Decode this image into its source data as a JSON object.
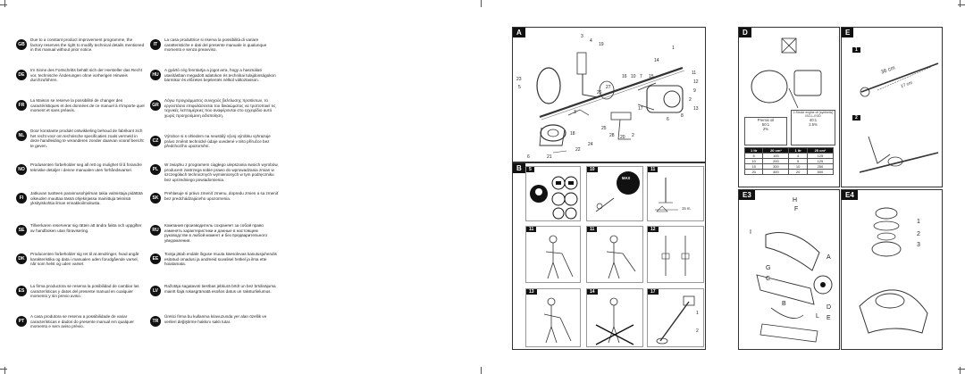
{
  "notices": [
    {
      "code": "GB",
      "text": "Due to a constant product improvement programme, the factory reserves the right to modify technical details mentioned in this manual without prior notice."
    },
    {
      "code": "DE",
      "text": "Im Sinne des Fortschritts behält sich der Hersteller das Recht vor, technische Änderungen ohne vorherigen Hinweis durchzuführen."
    },
    {
      "code": "FR",
      "text": "La Maison se reserve la possibilité de changer des caractéristiques et des données de ce manuel à n'importe quel moment et sans préavis."
    },
    {
      "code": "NL",
      "text": "Door konstante produkt ontwikkeling behoud de fabrikant zich het recht voor om technische specificaties zoals vermeld in deze handleiding te veranderen zonder daarvan vooraf bericht te geven."
    },
    {
      "code": "NO",
      "text": "Produsenten forbeholder seg all rett og mulighet til å forandre tekniske detaljer i denne manualen uten forhåndsvarsel."
    },
    {
      "code": "FI",
      "text": "Jatkuvan tuotteen parannusohjelman takia valmistaja pidättää oikeuden muuttaa tässä ohjekirjassa mainittuja teknisiä yksityiskohtia ilman ennakkoilmoitusta."
    },
    {
      "code": "SE",
      "text": "Tillverkaren reserverar sig rätten att ändra fakta och uppgifter av handboken utan föravisering."
    },
    {
      "code": "DK",
      "text": "Producenten forbeholder sig ret til at ændringer, hvad angår karakteristika og data i manualen uden forudgående varsel, når som helst og uden varsel."
    },
    {
      "code": "ES",
      "text": "La firma productora se reserva la posibilidad de cambiar las características y datos del presente manual en cualquier momento y sin previo aviso."
    },
    {
      "code": "PT",
      "text": "A casa produtora se reserva a possibilidade de variar características e dados do presente manual em qualquer momento e sem aviso prévio."
    },
    {
      "code": "IT",
      "text": "La casa produttrice si riserva la possibilità di variare caratteristiche e dati del presente manuale in qualunque momento e senza preavviso."
    },
    {
      "code": "HU",
      "text": "A gyártó cég fenntartja a jogot arra, hogy a használati utasításban megadott adatokon és technikai tulajdonságokon bármikor és előzetes bejelentés nélkül változtasson."
    },
    {
      "code": "GR",
      "text": "Λόγω προγράμματος συνεχούς βελτίωσης προϊόντων, το εργοστάσιο επιφυλάσσεται του δικαιώματος να τροποποιεί τις τεχνικές λεπτομέρειες που αναφέρονται στο εγχειρίδιο αυτό χωρίς προηγούμενη ειδοποίηση."
    },
    {
      "code": "CZ",
      "text": "Výrobce si s ohledem na neustálý vývoj výrobku vyhrazuje právo změnit technické údaje uvedené v této příručce bez předchozího upozornění."
    },
    {
      "code": "PL",
      "text": "W związku z programem ciągłego ulepszania swoich wyrobów, producent zastrzega sobie prawo do wprowadzania zmian w szczegółach technicznych wymienionych w tym podręczniku bez uprzedniego powiadomienia."
    },
    {
      "code": "SK",
      "text": "Prehlasuje si právo zmeniť zmenu, dopredu zmien a sa zmeniť bez predchádzajúceho upozornenia."
    },
    {
      "code": "RU",
      "text": "Компания производитель сохраняет за собой право изменять характеристики и данные в настоящем руководстве в любой момент и без предварительного уведомления."
    },
    {
      "code": "EE",
      "text": "Tootja jätab endale õiguse muuta käesolevas kasutusjuhendis esitatud omadusi ja andmeid suvalisel hetkel ja ilma ette hoiatamata."
    },
    {
      "code": "LV",
      "text": "Ražotāja sagatavoti tiesības jebkurā brīdī un bez brīdinājuma mainīt šajā rokasgrāmatā esošos datus un raksturlielumus."
    },
    {
      "code": "TR",
      "text": "Üretici firma bu kullanma kılavuzunda yer alan özellik ve verileri değiştirme hakkını saklı tutar."
    }
  ],
  "panels": {
    "A": {
      "label": "A",
      "callouts": [
        "3",
        "4",
        "19",
        "1",
        "14",
        "16",
        "10",
        "7",
        "15",
        "11",
        "23",
        "5",
        "27",
        "26",
        "12",
        "9",
        "2",
        "3",
        "17",
        "8",
        "13",
        "6",
        "25",
        "18",
        "28",
        "20",
        "2",
        "22",
        "24",
        "21",
        "6"
      ]
    },
    "B": {
      "label": "B",
      "tiles": [
        "5",
        "10",
        "11",
        "11",
        "11",
        "12",
        "13",
        "14",
        "17"
      ],
      "max_label": "MAX",
      "max_value": "15 m.",
      "tile_17_callouts": [
        "1",
        "2"
      ]
    },
    "D": {
      "label": "D"
    },
    "E": {
      "label": "E",
      "sub": [
        "1",
        "2"
      ],
      "measure_1": "36 cm",
      "measure_2": "17 cm"
    },
    "E3": {
      "label": "E3",
      "callouts": [
        "H",
        "F",
        "I",
        "A",
        "G",
        "C",
        "B",
        "D",
        "L",
        "E"
      ]
    },
    "E4": {
      "label": "E4",
      "callouts": [
        "1",
        "2",
        "3"
      ]
    }
  },
  "mix_table": {
    "left_header": "Premix oil",
    "right_header": "2-Stroke engine oil (synthetic) ISO-L-EGD",
    "ratio_left": "50:1",
    "pct_left": "2%",
    "ratio_right": "40:1",
    "pct_right": "2.5%",
    "cols": [
      "1 ltr",
      "20 cm³",
      "1 ltr",
      "25 cm³"
    ],
    "rows": [
      [
        "5",
        "100",
        "4",
        "125"
      ],
      [
        "10",
        "200",
        "5",
        "125"
      ],
      [
        "15",
        "300",
        "10",
        "250"
      ],
      [
        "20",
        "400",
        "20",
        "500"
      ]
    ]
  }
}
